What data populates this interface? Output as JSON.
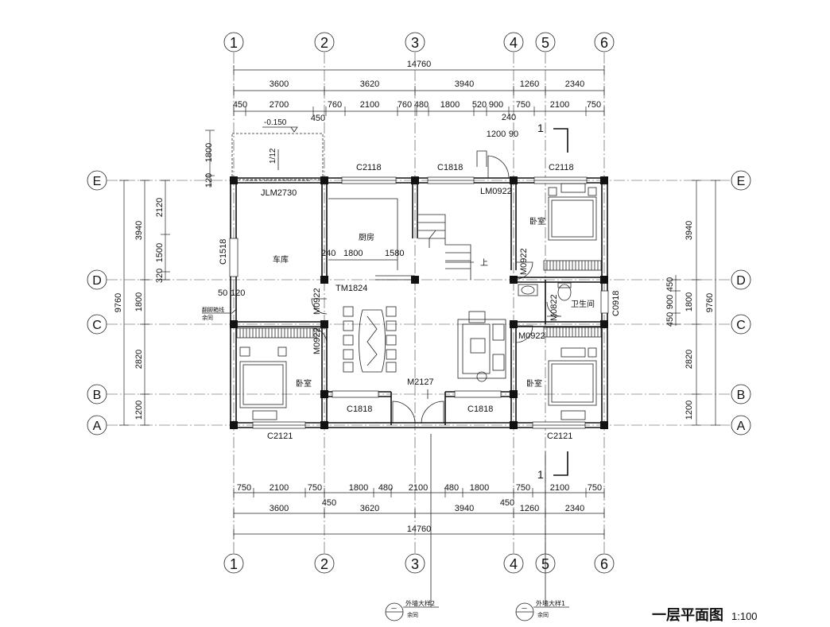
{
  "title": {
    "name": "一层平面图",
    "scale": "1:100"
  },
  "axes_columns": [
    "1",
    "2",
    "3",
    "4",
    "5",
    "6"
  ],
  "axes_rows": [
    "E",
    "D",
    "C",
    "B",
    "A"
  ],
  "dims_top": {
    "total": "14760",
    "bays": [
      "3600",
      "3620",
      "3940",
      "1260",
      "2340"
    ],
    "detail": [
      "450",
      "2700",
      "760",
      "2100",
      "760",
      "480",
      "1800",
      "520",
      "900",
      "750",
      "2100",
      "750"
    ],
    "extra": [
      "450",
      "240",
      "1200",
      "90"
    ]
  },
  "dims_bottom": {
    "total": "14760",
    "bays": [
      "3600",
      "3620",
      "3940",
      "1260",
      "2340"
    ],
    "detail": [
      "750",
      "2100",
      "750",
      "1800",
      "480",
      "2100",
      "480",
      "1800",
      "750",
      "2100",
      "750"
    ],
    "extra": [
      "450",
      "450"
    ]
  },
  "dims_left": {
    "total": "9760",
    "bays": [
      "3940",
      "1800",
      "2820",
      "1200"
    ],
    "detail": [
      "2120",
      "1500",
      "320"
    ],
    "extra": [
      "120",
      "1800"
    ]
  },
  "dims_right": {
    "total": "9760",
    "bays": [
      "3940",
      "1800",
      "2820",
      "1200"
    ],
    "detail": [
      "450",
      "900",
      "450"
    ]
  },
  "rooms": [
    {
      "id": "garage",
      "label": "车库"
    },
    {
      "id": "kitchen",
      "label": "厨房"
    },
    {
      "id": "bedroom-ne",
      "label": "卧室"
    },
    {
      "id": "bathroom",
      "label": "卫生间"
    },
    {
      "id": "bedroom-sw",
      "label": "卧室"
    },
    {
      "id": "bedroom-se",
      "label": "卧室"
    },
    {
      "id": "stair",
      "label": "上"
    }
  ],
  "openings": {
    "c2118_a": "C2118",
    "c1818_a": "C1818",
    "lm0922": "LM0922",
    "c2118_b": "C2118",
    "jlm2730": "JLM2730",
    "c1518": "C1518",
    "tm1824": "TM1824",
    "m0922_a": "M0922",
    "m0922_b": "M0922",
    "m0922_c": "M0922",
    "m0922_d": "M0922",
    "m0822": "M0822",
    "c0918": "C0918",
    "m2127": "M2127",
    "c1818_b": "C1818",
    "c1818_c": "C1818",
    "c2121_a": "C2121",
    "c2121_b": "C2121"
  },
  "annotations": {
    "elevation": "-0.150",
    "slope": "1/12",
    "kitchen_d1": "240",
    "kitchen_d2": "1800",
    "kitchen_d3": "1580",
    "garage_d1": "50",
    "garage_d2": "120",
    "garage_note1": "翻脚箱线",
    "garage_note2": "余同",
    "section1_top": "1",
    "section1_bottom": "1",
    "callout1_num": "一",
    "callout1_text": "外墙大样2",
    "callout1_sub": "余同",
    "callout2_num": "一",
    "callout2_text": "外墙大样1",
    "callout2_sub": "余同"
  }
}
